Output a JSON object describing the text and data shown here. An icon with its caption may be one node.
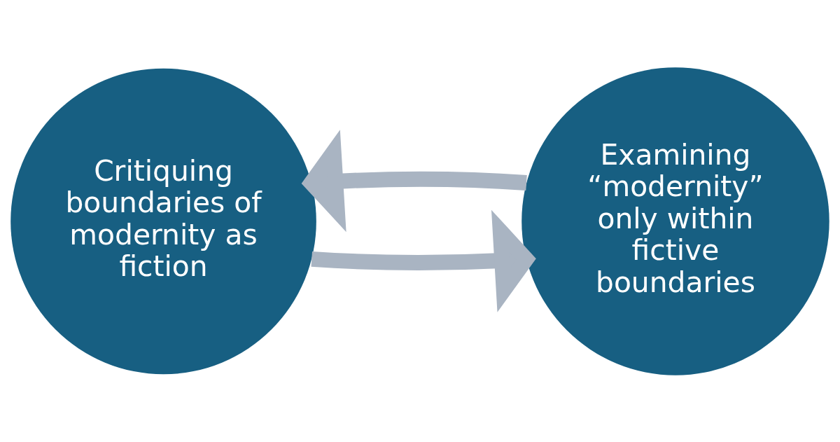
{
  "diagram": {
    "nodes": [
      {
        "text": [
          "Critiquing boundaries of modernity as fiction"
        ]
      },
      {
        "text": [
          "Examining “modernity” only within fictive boundaries"
        ]
      }
    ],
    "edges": [
      {
        "from": 0,
        "to": 1,
        "arrow": "to"
      },
      {
        "from": 1,
        "to": 0,
        "arrow": "to"
      }
    ]
  }
}
